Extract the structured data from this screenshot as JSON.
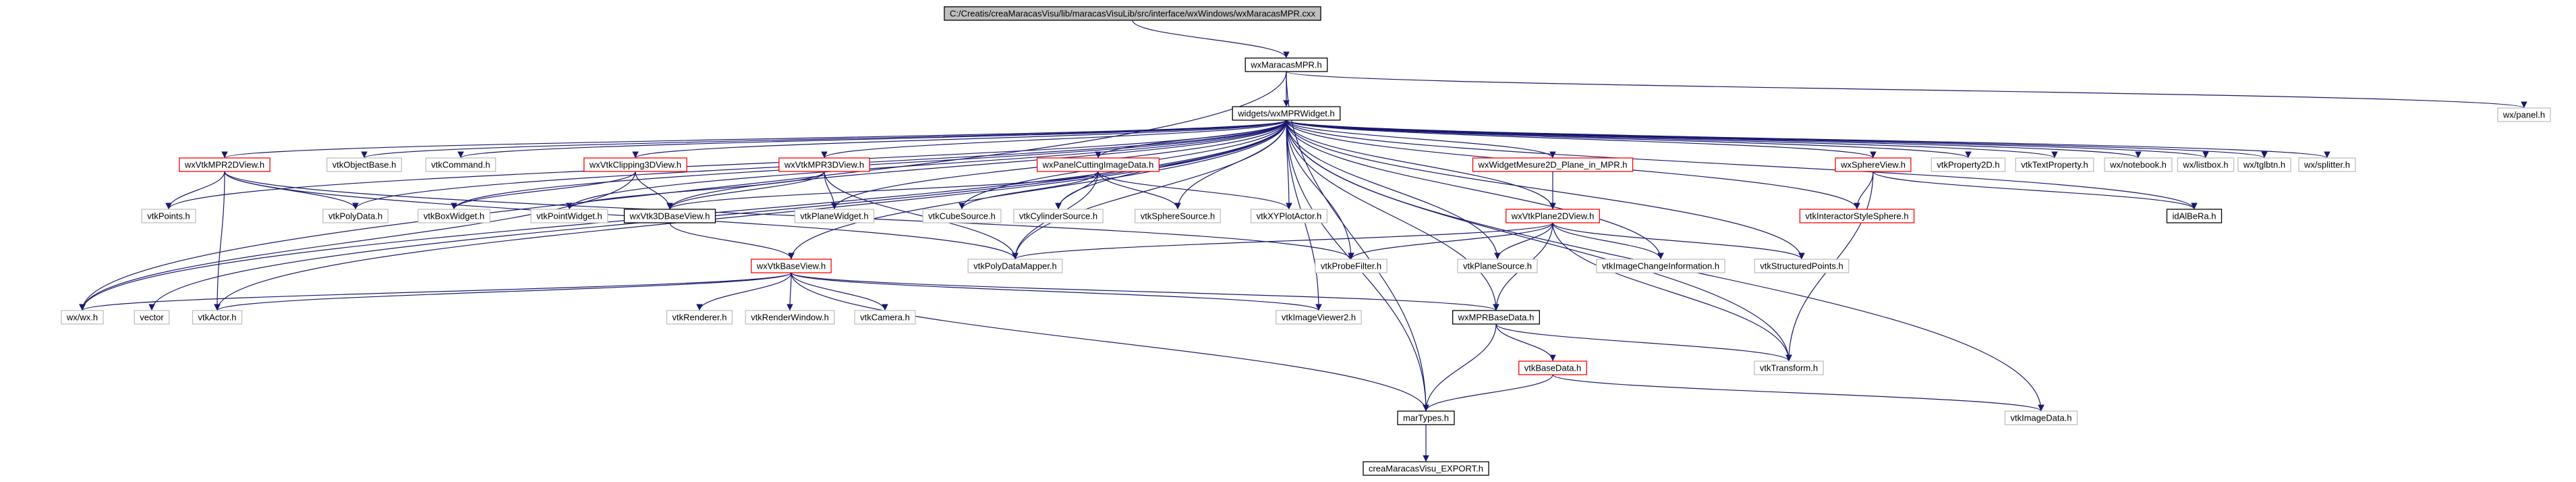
{
  "graph": {
    "title_node": "C:/Creatis/creaMaracasVisu/lib/maracasVisuLib/src/interface/wxWindows/wxMaracasMPR.cxx",
    "nodes": [
      {
        "id": "root",
        "label": "C:/Creatis/creaMaracasVisu/lib/maracasVisuLib/src/interface/wxWindows/wxMaracasMPR.cxx",
        "style": "root"
      },
      {
        "id": "wxMaracasMPR",
        "label": "wxMaracasMPR.h",
        "style": "documented"
      },
      {
        "id": "wxpanel",
        "label": "wx/panel.h",
        "style": "external"
      },
      {
        "id": "widgets",
        "label": "widgets/wxMPRWidget.h",
        "style": "documented"
      },
      {
        "id": "wxVtkMPR2DView",
        "label": "wxVtkMPR2DView.h",
        "style": "red"
      },
      {
        "id": "vtkObjectBase",
        "label": "vtkObjectBase.h",
        "style": "external"
      },
      {
        "id": "vtkCommand",
        "label": "vtkCommand.h",
        "style": "external"
      },
      {
        "id": "wxVtkClipping3DView",
        "label": "wxVtkClipping3DView.h",
        "style": "red"
      },
      {
        "id": "wxVtkMPR3DView",
        "label": "wxVtkMPR3DView.h",
        "style": "red"
      },
      {
        "id": "wxPanelCutting",
        "label": "wxPanelCuttingImageData.h",
        "style": "red"
      },
      {
        "id": "wxWidgetMesure2D",
        "label": "wxWidgetMesure2D_Plane_in_MPR.h",
        "style": "red"
      },
      {
        "id": "wxSphereView",
        "label": "wxSphereView.h",
        "style": "red"
      },
      {
        "id": "vtkProperty2D",
        "label": "vtkProperty2D.h",
        "style": "external"
      },
      {
        "id": "vtkTextProperty",
        "label": "vtkTextProperty.h",
        "style": "external"
      },
      {
        "id": "wxnotebook",
        "label": "wx/notebook.h",
        "style": "external"
      },
      {
        "id": "wxlistbox",
        "label": "wx/listbox.h",
        "style": "external"
      },
      {
        "id": "wxtglbtn",
        "label": "wx/tglbtn.h",
        "style": "external"
      },
      {
        "id": "wxsplitter",
        "label": "wx/splitter.h",
        "style": "external"
      },
      {
        "id": "vtkPoints",
        "label": "vtkPoints.h",
        "style": "external"
      },
      {
        "id": "vtkPolyData",
        "label": "vtkPolyData.h",
        "style": "external"
      },
      {
        "id": "vtkBoxWidget",
        "label": "vtkBoxWidget.h",
        "style": "external"
      },
      {
        "id": "vtkPointWidget",
        "label": "vtkPointWidget.h",
        "style": "external"
      },
      {
        "id": "wxVtk3DBaseView",
        "label": "wxVtk3DBaseView.h",
        "style": "documented"
      },
      {
        "id": "vtkPlaneWidget",
        "label": "vtkPlaneWidget.h",
        "style": "external"
      },
      {
        "id": "vtkCubeSource",
        "label": "vtkCubeSource.h",
        "style": "external"
      },
      {
        "id": "vtkCylinderSource",
        "label": "vtkCylinderSource.h",
        "style": "external"
      },
      {
        "id": "vtkSphereSource",
        "label": "vtkSphereSource.h",
        "style": "external"
      },
      {
        "id": "vtkXYPlotActor",
        "label": "vtkXYPlotActor.h",
        "style": "external"
      },
      {
        "id": "wxVtkPlane2DView",
        "label": "wxVtkPlane2DView.h",
        "style": "red"
      },
      {
        "id": "vtkInteractorStyleSphere",
        "label": "vtkInteractorStyleSphere.h",
        "style": "red"
      },
      {
        "id": "idAlBeRa",
        "label": "idAlBeRa.h",
        "style": "documented"
      },
      {
        "id": "vtkProbeFilter",
        "label": "vtkProbeFilter.h",
        "style": "external"
      },
      {
        "id": "vtkPlaneSource",
        "label": "vtkPlaneSource.h",
        "style": "external"
      },
      {
        "id": "vtkImageChangeInformation",
        "label": "vtkImageChangeInformation.h",
        "style": "external"
      },
      {
        "id": "vtkStructuredPoints",
        "label": "vtkStructuredPoints.h",
        "style": "external"
      },
      {
        "id": "vtkPolyDataMapper",
        "label": "vtkPolyDataMapper.h",
        "style": "external"
      },
      {
        "id": "wxVtkBaseView",
        "label": "wxVtkBaseView.h",
        "style": "red"
      },
      {
        "id": "wxwx",
        "label": "wx/wx.h",
        "style": "external"
      },
      {
        "id": "vector",
        "label": "vector",
        "style": "external"
      },
      {
        "id": "vtkActor",
        "label": "vtkActor.h",
        "style": "external"
      },
      {
        "id": "vtkRenderer",
        "label": "vtkRenderer.h",
        "style": "external"
      },
      {
        "id": "vtkRenderWindow",
        "label": "vtkRenderWindow.h",
        "style": "external"
      },
      {
        "id": "vtkCamera",
        "label": "vtkCamera.h",
        "style": "external"
      },
      {
        "id": "vtkImageViewer2",
        "label": "vtkImageViewer2.h",
        "style": "external"
      },
      {
        "id": "wxMPRBaseData",
        "label": "wxMPRBaseData.h",
        "style": "documented"
      },
      {
        "id": "vtkTransform",
        "label": "vtkTransform.h",
        "style": "external"
      },
      {
        "id": "vtkBaseData",
        "label": "vtkBaseData.h",
        "style": "red"
      },
      {
        "id": "marTypes",
        "label": "marTypes.h",
        "style": "documented"
      },
      {
        "id": "vtkImageData",
        "label": "vtkImageData.h",
        "style": "external"
      },
      {
        "id": "creaMaracasVisu",
        "label": "creaMaracasVisu_EXPORT.h",
        "style": "documented"
      }
    ],
    "edges": [
      [
        "root",
        "wxMaracasMPR"
      ],
      [
        "wxMaracasMPR",
        "widgets"
      ],
      [
        "wxMaracasMPR",
        "wxpanel"
      ],
      [
        "wxMaracasMPR",
        "marTypes"
      ],
      [
        "wxMaracasMPR",
        "wxwx"
      ],
      [
        "widgets",
        "wxVtkMPR2DView"
      ],
      [
        "widgets",
        "vtkObjectBase"
      ],
      [
        "widgets",
        "vtkCommand"
      ],
      [
        "widgets",
        "wxVtkClipping3DView"
      ],
      [
        "widgets",
        "wxVtkMPR3DView"
      ],
      [
        "widgets",
        "wxPanelCutting"
      ],
      [
        "widgets",
        "wxWidgetMesure2D"
      ],
      [
        "widgets",
        "wxSphereView"
      ],
      [
        "widgets",
        "vtkProperty2D"
      ],
      [
        "widgets",
        "vtkTextProperty"
      ],
      [
        "widgets",
        "wxnotebook"
      ],
      [
        "widgets",
        "wxlistbox"
      ],
      [
        "widgets",
        "wxtglbtn"
      ],
      [
        "widgets",
        "wxsplitter"
      ],
      [
        "widgets",
        "vtkPoints"
      ],
      [
        "widgets",
        "vtkPolyData"
      ],
      [
        "widgets",
        "vtkBoxWidget"
      ],
      [
        "widgets",
        "vtkPointWidget"
      ],
      [
        "widgets",
        "wxVtk3DBaseView"
      ],
      [
        "widgets",
        "vtkPlaneWidget"
      ],
      [
        "widgets",
        "vtkCubeSource"
      ],
      [
        "widgets",
        "vtkCylinderSource"
      ],
      [
        "widgets",
        "vtkSphereSource"
      ],
      [
        "widgets",
        "vtkXYPlotActor"
      ],
      [
        "widgets",
        "wxVtkPlane2DView"
      ],
      [
        "widgets",
        "vtkInteractorStyleSphere"
      ],
      [
        "widgets",
        "idAlBeRa"
      ],
      [
        "widgets",
        "vtkProbeFilter"
      ],
      [
        "widgets",
        "vtkPlaneSource"
      ],
      [
        "widgets",
        "vtkImageChangeInformation"
      ],
      [
        "widgets",
        "vtkStructuredPoints"
      ],
      [
        "widgets",
        "vtkPolyDataMapper"
      ],
      [
        "widgets",
        "wxVtkBaseView"
      ],
      [
        "widgets",
        "wxwx"
      ],
      [
        "widgets",
        "vector"
      ],
      [
        "widgets",
        "vtkActor"
      ],
      [
        "widgets",
        "vtkImageViewer2"
      ],
      [
        "widgets",
        "wxMPRBaseData"
      ],
      [
        "widgets",
        "vtkTransform"
      ],
      [
        "widgets",
        "marTypes"
      ],
      [
        "widgets",
        "vtkImageData"
      ],
      [
        "wxVtkMPR2DView",
        "vtkPoints"
      ],
      [
        "wxVtkMPR2DView",
        "vtkPolyData"
      ],
      [
        "wxVtkMPR2DView",
        "vtkActor"
      ],
      [
        "wxVtkMPR2DView",
        "vtkPolyDataMapper"
      ],
      [
        "wxVtkMPR2DView",
        "vtkProbeFilter"
      ],
      [
        "wxVtkClipping3DView",
        "vtkBoxWidget"
      ],
      [
        "wxVtkClipping3DView",
        "wxVtk3DBaseView"
      ],
      [
        "wxVtkClipping3DView",
        "wxwx"
      ],
      [
        "wxVtkMPR3DView",
        "vtkPointWidget"
      ],
      [
        "wxVtkMPR3DView",
        "wxVtk3DBaseView"
      ],
      [
        "wxVtkMPR3DView",
        "vtkPlaneWidget"
      ],
      [
        "wxVtkMPR3DView",
        "vtkPolyDataMapper"
      ],
      [
        "wxPanelCutting",
        "vtkCubeSource"
      ],
      [
        "wxPanelCutting",
        "vtkCylinderSource"
      ],
      [
        "wxPanelCutting",
        "vtkSphereSource"
      ],
      [
        "wxPanelCutting",
        "vtkXYPlotActor"
      ],
      [
        "wxPanelCutting",
        "wxVtk3DBaseView"
      ],
      [
        "wxPanelCutting",
        "vtkPolyDataMapper"
      ],
      [
        "wxWidgetMesure2D",
        "wxVtkPlane2DView"
      ],
      [
        "wxSphereView",
        "vtkInteractorStyleSphere"
      ],
      [
        "wxSphereView",
        "idAlBeRa"
      ],
      [
        "wxSphereView",
        "vtkTransform"
      ],
      [
        "wxVtk3DBaseView",
        "wxVtkBaseView"
      ],
      [
        "wxVtkPlane2DView",
        "vtkProbeFilter"
      ],
      [
        "wxVtkPlane2DView",
        "vtkPlaneSource"
      ],
      [
        "wxVtkPlane2DView",
        "vtkImageChangeInformation"
      ],
      [
        "wxVtkPlane2DView",
        "vtkStructuredPoints"
      ],
      [
        "wxVtkPlane2DView",
        "vtkPolyDataMapper"
      ],
      [
        "wxVtkPlane2DView",
        "vtkTransform"
      ],
      [
        "wxVtkPlane2DView",
        "wxMPRBaseData"
      ],
      [
        "wxVtkBaseView",
        "wxwx"
      ],
      [
        "wxVtkBaseView",
        "vtkActor"
      ],
      [
        "wxVtkBaseView",
        "vtkRenderer"
      ],
      [
        "wxVtkBaseView",
        "vtkRenderWindow"
      ],
      [
        "wxVtkBaseView",
        "vtkCamera"
      ],
      [
        "wxVtkBaseView",
        "vtkImageViewer2"
      ],
      [
        "wxVtkBaseView",
        "wxMPRBaseData"
      ],
      [
        "wxVtkBaseView",
        "marTypes"
      ],
      [
        "wxMPRBaseData",
        "vtkBaseData"
      ],
      [
        "wxMPRBaseData",
        "marTypes"
      ],
      [
        "wxMPRBaseData",
        "vtkTransform"
      ],
      [
        "vtkBaseData",
        "marTypes"
      ],
      [
        "vtkBaseData",
        "vtkImageData"
      ],
      [
        "marTypes",
        "creaMaracasVisu"
      ]
    ],
    "colors": {
      "edge": "#191970",
      "root_fill": "#bfbfbf",
      "documented_border": "#000000",
      "red_border": "#ff0000",
      "external_border": "#bfbfbf"
    }
  }
}
